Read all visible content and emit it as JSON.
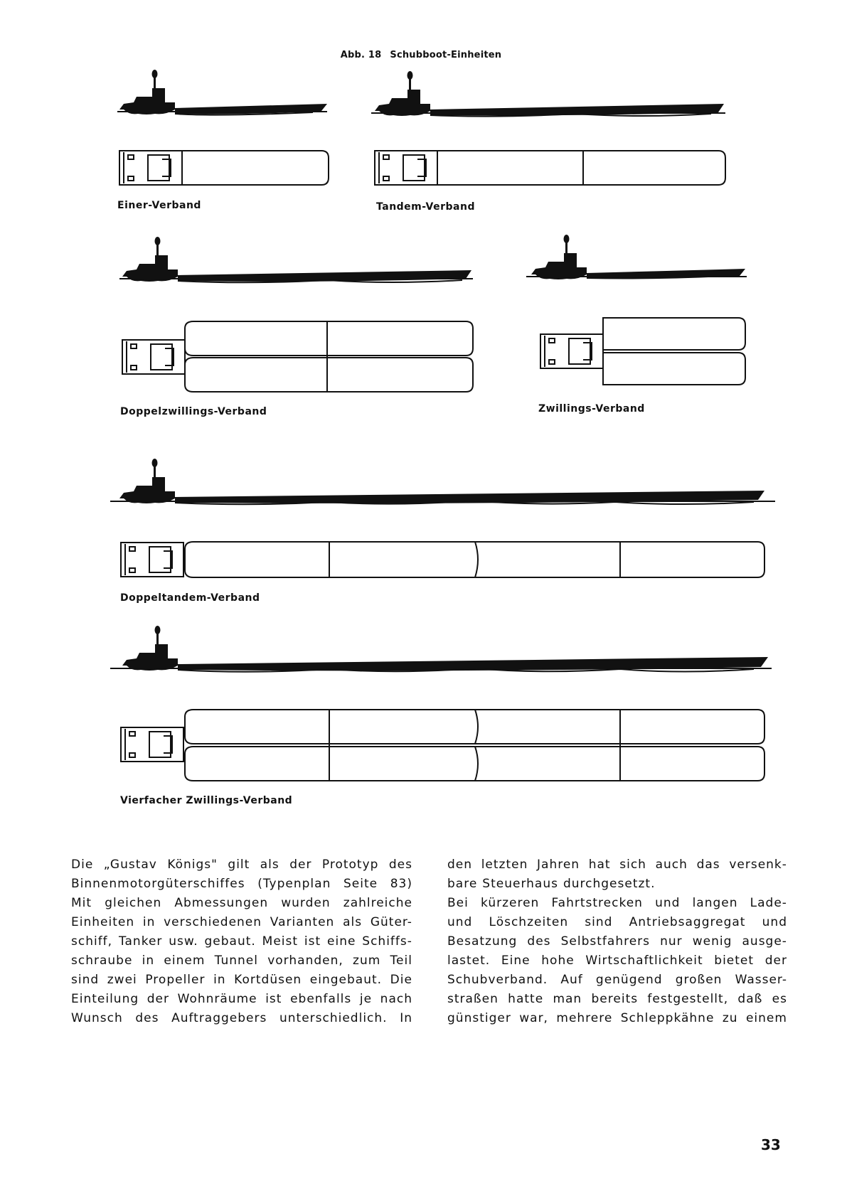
{
  "figure": {
    "number": "Abb. 18",
    "title": "Schubboot-Einheiten"
  },
  "captions": {
    "einer": "Einer-Verband",
    "tandem": "Tandem-Verband",
    "doppelzwillings": "Doppelzwillings-Verband",
    "zwillings": "Zwillings-Verband",
    "doppeltandem": "Doppeltandem-Verband",
    "vierfacher": "Vierfacher Zwillings-Verband"
  },
  "text": {
    "left_lines": [
      "Die „Gustav Königs\" gilt als der Prototyp des",
      "Binnenmotorgüterschiffes (Typenplan Seite 83)",
      "Mit gleichen Abmessungen wurden zahlreiche",
      "Einheiten in verschiedenen Varianten als Güter-",
      "schiff, Tanker usw. gebaut. Meist ist eine Schiffs-",
      "schraube in einem Tunnel vorhanden, zum Teil",
      "sind zwei Propeller in Kortdüsen eingebaut. Die",
      "Einteilung der Wohnräume ist ebenfalls je nach",
      "Wunsch des Auftraggebers unterschiedlich. In"
    ],
    "right_lines": [
      "den letzten Jahren hat sich auch das versenk-",
      "bare Steuerhaus durchgesetzt.",
      "Bei kürzeren Fahrtstrecken und langen Lade-",
      "und Löschzeiten sind Antriebsaggregat und",
      "Besatzung des Selbstfahrers nur wenig ausge-",
      "lastet. Eine hohe Wirtschaftlichkeit bietet der",
      "Schubverband. Auf genügend großen Wasser-",
      "straßen hatte man bereits festgestellt, daß es",
      "günstiger war, mehrere Schleppkähne zu einem"
    ]
  },
  "page_number": "33"
}
